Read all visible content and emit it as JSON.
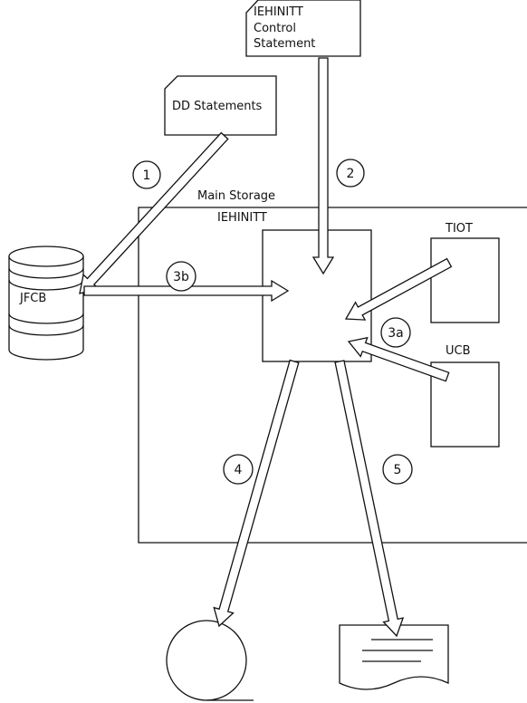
{
  "labels": {
    "control_card_line1": "IEHINITT",
    "control_card_line2": "Control",
    "control_card_line3": "Statement",
    "dd_card": "DD Statements",
    "main_storage": "Main Storage",
    "program_box": "IEHINITT",
    "tiot": "TIOT",
    "ucb": "UCB",
    "jfcb": "JFCB"
  },
  "steps": {
    "s1": "1",
    "s2": "2",
    "s3a": "3a",
    "s3b": "3b",
    "s4": "4",
    "s5": "5"
  }
}
